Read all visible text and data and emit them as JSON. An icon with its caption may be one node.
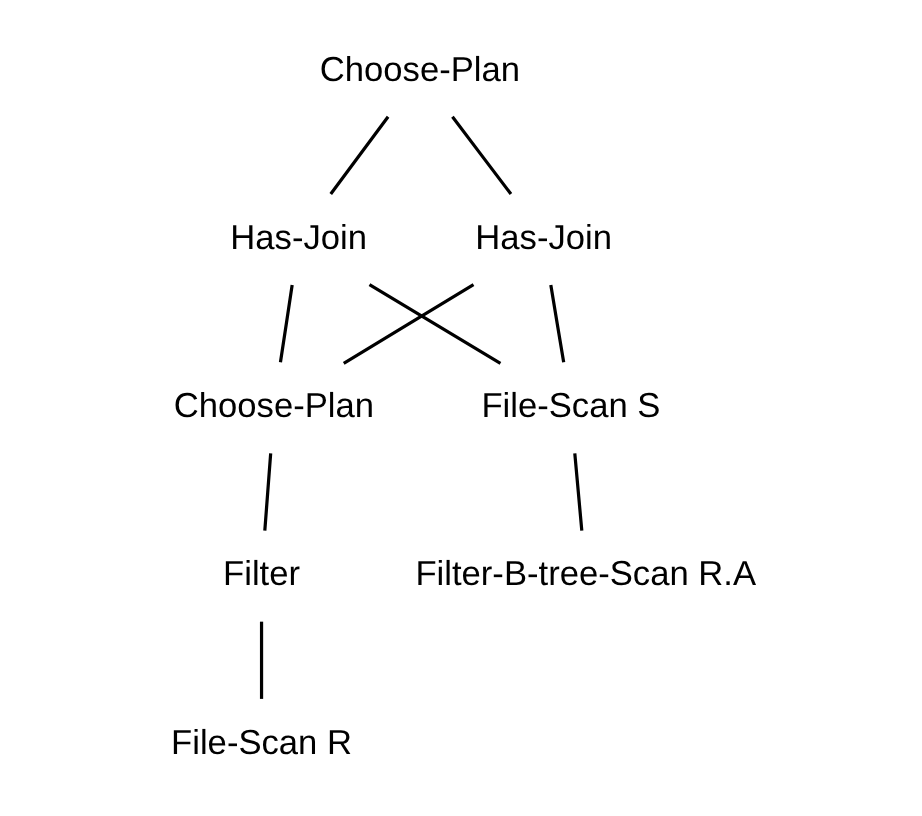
{
  "diagram": {
    "nodes": [
      {
        "text": [
          "Choose-Plan"
        ]
      },
      {
        "text": [
          "Has-Join"
        ]
      },
      {
        "text": [
          "Has-Join"
        ]
      },
      {
        "text": [
          "Choose-Plan"
        ]
      },
      {
        "text": [
          "File-Scan S"
        ]
      },
      {
        "text": [
          "Filter"
        ]
      },
      {
        "text": [
          "Filter-B-tree-Scan R.A"
        ]
      },
      {
        "text": [
          "File-Scan R"
        ]
      }
    ],
    "edges": [
      {
        "from": 0,
        "to": 1,
        "arrow": "none"
      },
      {
        "from": 0,
        "to": 2,
        "arrow": "none"
      },
      {
        "from": 1,
        "to": 3,
        "arrow": "none"
      },
      {
        "from": 1,
        "to": 4,
        "arrow": "none"
      },
      {
        "from": 2,
        "to": 4,
        "arrow": "none"
      },
      {
        "from": 2,
        "to": 3,
        "arrow": "none"
      },
      {
        "from": 3,
        "to": 5,
        "arrow": "none"
      },
      {
        "from": 4,
        "to": 6,
        "arrow": "none"
      },
      {
        "from": 5,
        "to": 7,
        "arrow": "none"
      }
    ]
  }
}
